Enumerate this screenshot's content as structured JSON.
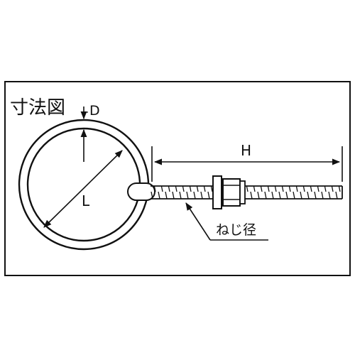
{
  "diagram": {
    "title": "寸法図",
    "labels": {
      "D": "D",
      "L": "L",
      "H": "H",
      "thread_diameter": "ねじ径"
    },
    "colors": {
      "line": "#111111",
      "background": "#ffffff"
    }
  }
}
